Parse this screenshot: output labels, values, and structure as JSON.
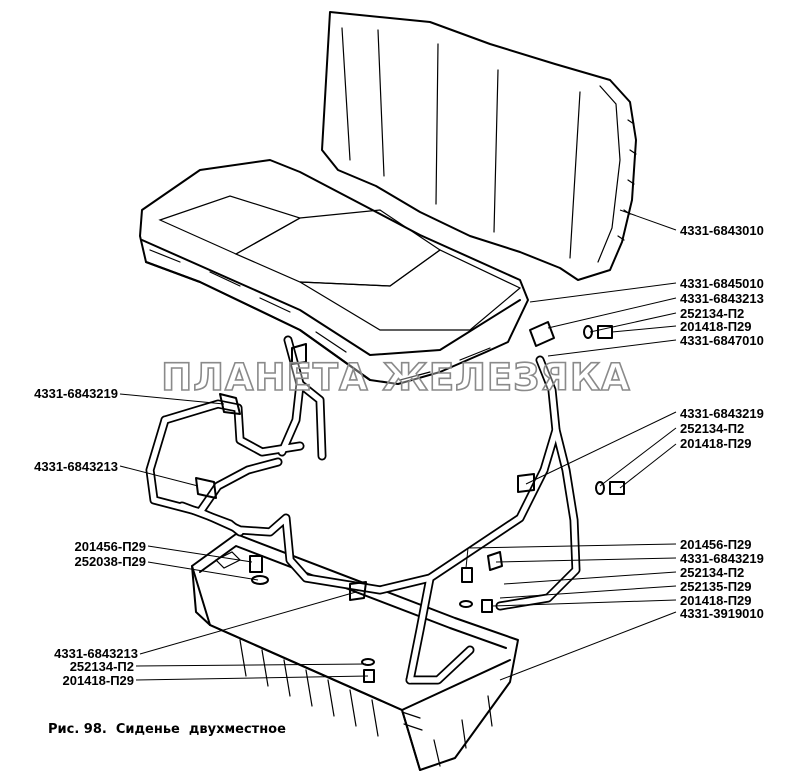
{
  "figure": {
    "caption": "Рис. 98.  Сиденье  двухместное",
    "watermark": "ПЛАНЕТА ЖЕЛЕЗЯКА"
  },
  "callouts": [
    {
      "id": "backrest",
      "text": "4331-6843010"
    },
    {
      "id": "cushion",
      "text": "4331-6845010"
    },
    {
      "id": "bracket-top-right",
      "text": "4331-6843213"
    },
    {
      "id": "bolt-top-right",
      "text": "252134-П2"
    },
    {
      "id": "washer-top-right",
      "text": "201418-П29"
    },
    {
      "id": "frame",
      "text": "4331-6847010"
    },
    {
      "id": "bracket-left-upper",
      "text": "4331-6843219"
    },
    {
      "id": "bracket-right-mid",
      "text": "4331-6843219"
    },
    {
      "id": "bolt-right-mid",
      "text": "252134-П2"
    },
    {
      "id": "washer-right-mid",
      "text": "201418-П29"
    },
    {
      "id": "bracket-left-mid",
      "text": "4331-6843213"
    },
    {
      "id": "bolt-left-lower",
      "text": "201456-П29"
    },
    {
      "id": "washer-left-lower",
      "text": "252038-П29"
    },
    {
      "id": "bolt-right-lower",
      "text": "201456-П29"
    },
    {
      "id": "bracket-right-lower",
      "text": "4331-6843219"
    },
    {
      "id": "bolt2-right-lower",
      "text": "252134-П2"
    },
    {
      "id": "washer2-right-lower",
      "text": "252135-П29"
    },
    {
      "id": "nut-right-lower",
      "text": "201418-П29"
    },
    {
      "id": "box",
      "text": "4331-3919010"
    },
    {
      "id": "bracket-bottom",
      "text": "4331-6843213"
    },
    {
      "id": "bolt-bottom",
      "text": "252134-П2"
    },
    {
      "id": "washer-bottom",
      "text": "201418-П29"
    }
  ]
}
